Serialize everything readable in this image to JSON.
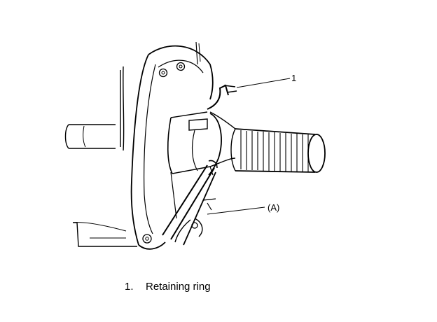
{
  "callouts": {
    "part_1": "1",
    "tool_a": "(A)"
  },
  "caption": {
    "number": "1.",
    "text": "Retaining ring"
  },
  "colors": {
    "ink": "#000000",
    "paper": "#ffffff"
  }
}
